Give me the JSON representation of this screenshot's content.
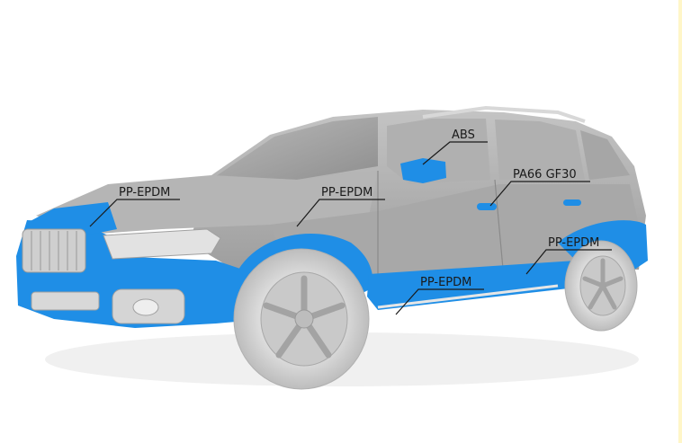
{
  "colors": {
    "plastic_parts": "#1f8ee6",
    "body_grey": "#a9a9a9",
    "tire_grey": "#c8c8c8",
    "leader_line": "#1a1a1a"
  },
  "labels": {
    "hood": "PP-EPDM",
    "fender": "PP-EPDM",
    "mirror": "ABS",
    "handle": "PA66 GF30",
    "rear_arch": "PP-EPDM",
    "sill": "PP-EPDM"
  }
}
